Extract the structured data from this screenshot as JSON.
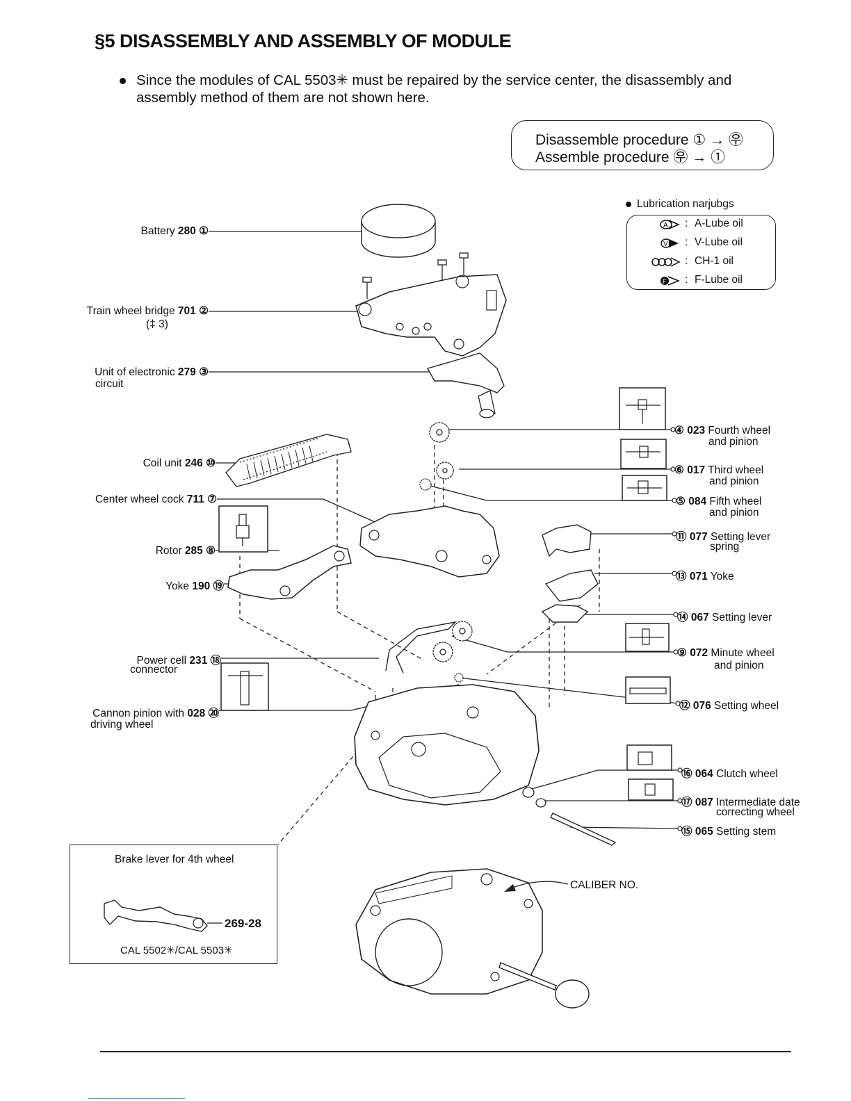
{
  "title": "§5 DISASSEMBLY AND ASSEMBLY OF MODULE",
  "note": {
    "line1": "Since the modules of CAL 5503✳ must be repaired by the service center, the disassembly and",
    "line2": "assembly method of them are not shown here."
  },
  "procedure": {
    "disassemble": "Disassemble procedure ① → ㉾",
    "assemble": "Assemble procedure ㉾ → ①"
  },
  "lubrication": {
    "title": "Lubrication narjubgs",
    "items": [
      {
        "symbol": "A-lube-icon",
        "colon": ":",
        "label": "A-Lube oil"
      },
      {
        "symbol": "V-lube-icon",
        "colon": ":",
        "label": "V-Lube oil"
      },
      {
        "symbol": "CH1-oil-icon",
        "colon": ":",
        "label": "CH-1 oil"
      },
      {
        "symbol": "F-lube-icon",
        "colon": ":",
        "label": "F-Lube oil"
      }
    ]
  },
  "parts_left": [
    {
      "name": "Battery",
      "num": "280 ①"
    },
    {
      "name": "Train wheel bridge",
      "num": "701 ②",
      "extra": "(‡ 3)"
    },
    {
      "name": "Unit of electronic",
      "num": "279 ③",
      "extra": "circuit"
    },
    {
      "name": "Coil unit",
      "num": "246 ⑩"
    },
    {
      "name": "Center wheel cock",
      "num": "711 ⑦"
    },
    {
      "name": "Rotor",
      "num": "285 ⑧"
    },
    {
      "name": "Yoke",
      "num": "190 ⑲"
    },
    {
      "name": "Power cell",
      "num": "231 ⑱",
      "extra": "connector"
    },
    {
      "name": "Cannon pinion with",
      "num": "028 ⑳",
      "extra": "driving wheel"
    }
  ],
  "parts_right": [
    {
      "circ": "④",
      "num": "023",
      "name": "Fourth wheel",
      "extra": "and pinion"
    },
    {
      "circ": "⑥",
      "num": "017",
      "name": "Third wheel",
      "extra": "and pinion"
    },
    {
      "circ": "⑤",
      "num": "084",
      "name": "Fifth wheel",
      "extra": "and pinion"
    },
    {
      "circ": "⑪",
      "num": "077",
      "name": "Setting lever",
      "extra": "spring"
    },
    {
      "circ": "⑬",
      "num": "071",
      "name": "Yoke"
    },
    {
      "circ": "⑭",
      "num": "067",
      "name": "Setting lever"
    },
    {
      "circ": "⑨",
      "num": "072",
      "name": "Minute wheel",
      "extra": "and pinion"
    },
    {
      "circ": "⑫",
      "num": "076",
      "name": "Setting wheel"
    },
    {
      "circ": "⑯",
      "num": "064",
      "name": "Clutch wheel"
    },
    {
      "circ": "⑰",
      "num": "087",
      "name": "Intermediate date",
      "extra": "correcting wheel"
    },
    {
      "circ": "⑮",
      "num": "065",
      "name": "Setting stem"
    }
  ],
  "brake": {
    "title": "Brake lever for 4th wheel",
    "part": "269-28",
    "caption": "CAL 5502✳/CAL 5503✳"
  },
  "caliber": "CALIBER NO."
}
